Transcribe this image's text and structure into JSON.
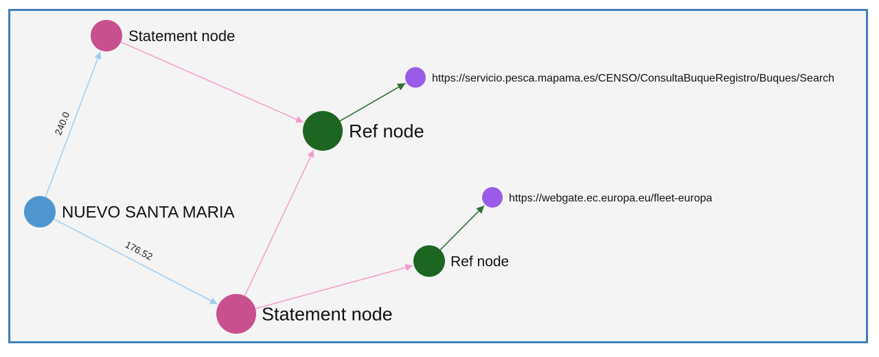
{
  "colors": {
    "vessel": "#4f96d0",
    "statement": "#c8508f",
    "ref": "#1c6621",
    "url": "#9a5ce8",
    "edge_blue": "#9ecdf2",
    "edge_pink": "#f79acc",
    "edge_green": "#2d6e34"
  },
  "nodes": [
    {
      "id": "vessel",
      "label": "NUEVO SANTA MARIA",
      "kind": "vessel"
    },
    {
      "id": "statement-top",
      "label": "Statement node",
      "kind": "statement"
    },
    {
      "id": "statement-bottom",
      "label": "Statement node",
      "kind": "statement"
    },
    {
      "id": "ref-top",
      "label": "Ref node",
      "kind": "ref"
    },
    {
      "id": "ref-bottom",
      "label": "Ref node",
      "kind": "ref"
    },
    {
      "id": "url-top",
      "label": "https://servicio.pesca.mapama.es/CENSO/ConsultaBuqueRegistro/Buques/Search",
      "kind": "url"
    },
    {
      "id": "url-bottom",
      "label": "https://webgate.ec.europa.eu/fleet-europa",
      "kind": "url"
    }
  ],
  "edges": [
    {
      "id": "vessel-to-statement-top",
      "from": "vessel",
      "to": "statement-top",
      "label": "240.0",
      "color": "edge_blue"
    },
    {
      "id": "vessel-to-statement-bottom",
      "from": "vessel",
      "to": "statement-bottom",
      "label": "176.52",
      "color": "edge_blue"
    },
    {
      "id": "statement-top-to-ref-top",
      "from": "statement-top",
      "to": "ref-top",
      "label": "",
      "color": "edge_pink"
    },
    {
      "id": "statement-bottom-to-ref-top",
      "from": "statement-bottom",
      "to": "ref-top",
      "label": "",
      "color": "edge_pink"
    },
    {
      "id": "statement-bottom-to-ref-bottom",
      "from": "statement-bottom",
      "to": "ref-bottom",
      "label": "",
      "color": "edge_pink"
    },
    {
      "id": "ref-top-to-url-top",
      "from": "ref-top",
      "to": "url-top",
      "label": "",
      "color": "edge_green"
    },
    {
      "id": "ref-bottom-to-url-bottom",
      "from": "ref-bottom",
      "to": "url-bottom",
      "label": "",
      "color": "edge_green"
    }
  ]
}
